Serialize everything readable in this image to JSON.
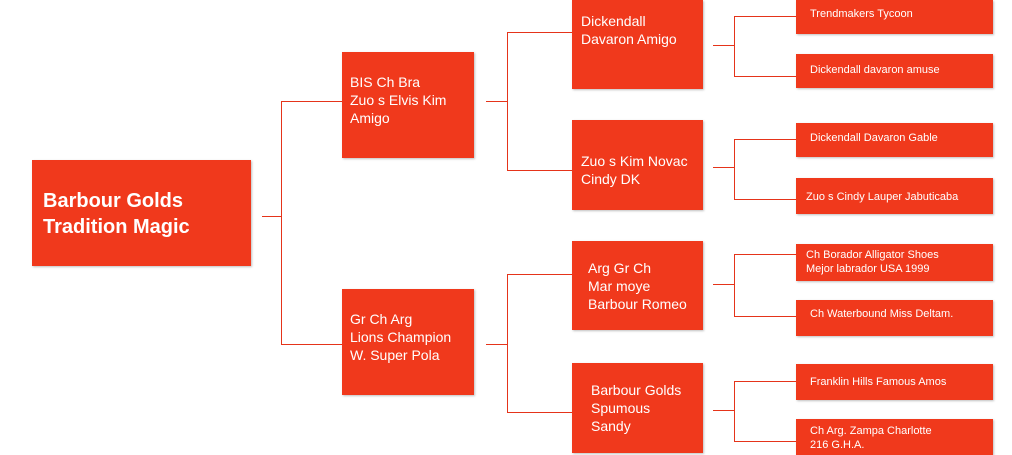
{
  "pedigree": {
    "subject": "Barbour Golds\nTradition Magic",
    "sire": "BIS Ch Bra\nZuo s Elvis Kim\nAmigo",
    "dam": "Gr Ch Arg\nLions Champion\nW. Super Pola",
    "sire_sire": "Dickendall\nDavaron Amigo",
    "sire_dam": "Zuo s Kim Novac\nCindy DK",
    "dam_sire": "Arg Gr Ch\nMar moye\nBarbour Romeo",
    "dam_dam": "Barbour Golds\nSpumous\nSandy",
    "ggp": [
      "Trendmakers Tycoon",
      "Dickendall davaron amuse",
      "Dickendall Davaron Gable",
      "Zuo s  Cindy Lauper Jabuticaba",
      "Ch Borador Alligator Shoes\nMejor labrador USA 1999",
      "Ch Waterbound Miss Deltam.",
      "Franklin Hills Famous Amos",
      "Ch Arg.  Zampa Charlotte\n216 G.H.A."
    ]
  },
  "colors": {
    "box": "#f0391c",
    "line": "#e5341a",
    "text": "#ffffff"
  }
}
